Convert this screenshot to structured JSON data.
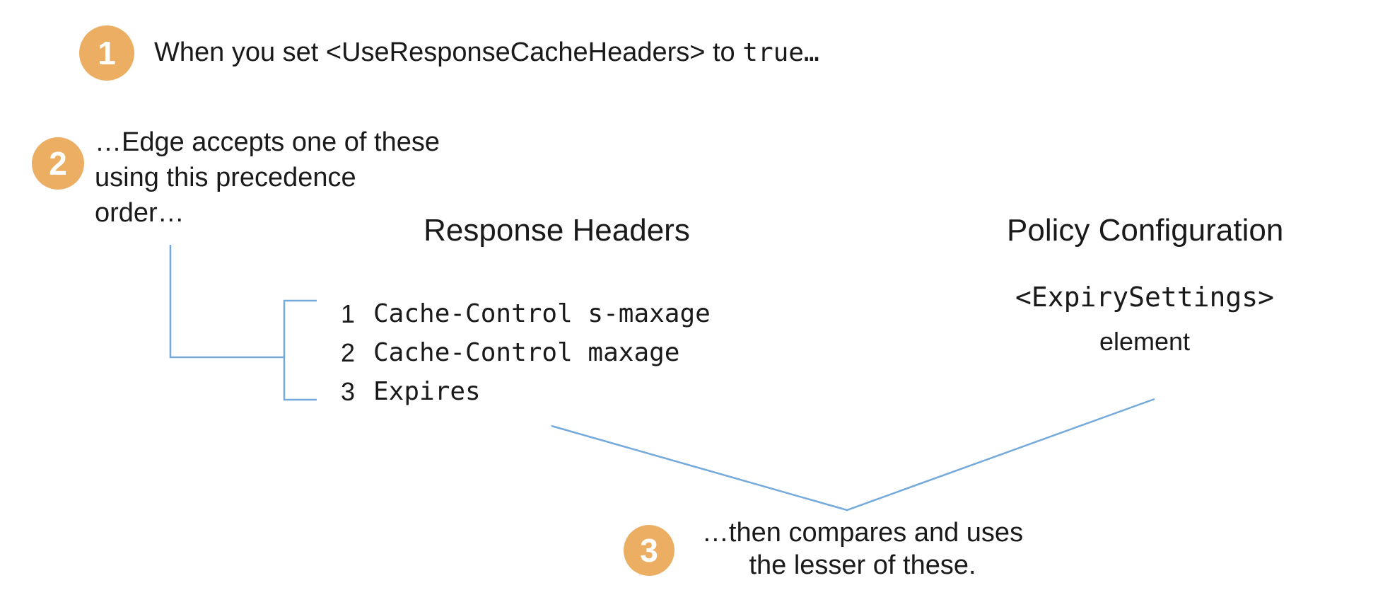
{
  "steps": [
    {
      "number": "1",
      "text_prefix": "When you set <UseResponseCacheHeaders> to ",
      "code": "true…"
    },
    {
      "number": "2",
      "lines": [
        "…Edge accepts one of these",
        "using this precedence",
        "order…"
      ]
    },
    {
      "number": "3",
      "lines": [
        "…then compares and uses",
        "the lesser of these."
      ]
    }
  ],
  "response_headers": {
    "heading": "Response Headers",
    "items": [
      {
        "order": "1",
        "value": "Cache-Control s-maxage"
      },
      {
        "order": "2",
        "value": "Cache-Control maxage"
      },
      {
        "order": "3",
        "value": "Expires"
      }
    ]
  },
  "policy_configuration": {
    "heading": "Policy Configuration",
    "code": "<ExpirySettings>",
    "sub_label": "element"
  },
  "colors": {
    "badge_orange": "#ebae63",
    "connector_blue": "#74aadb",
    "text": "#1a1a1a",
    "background": "#ffffff"
  }
}
